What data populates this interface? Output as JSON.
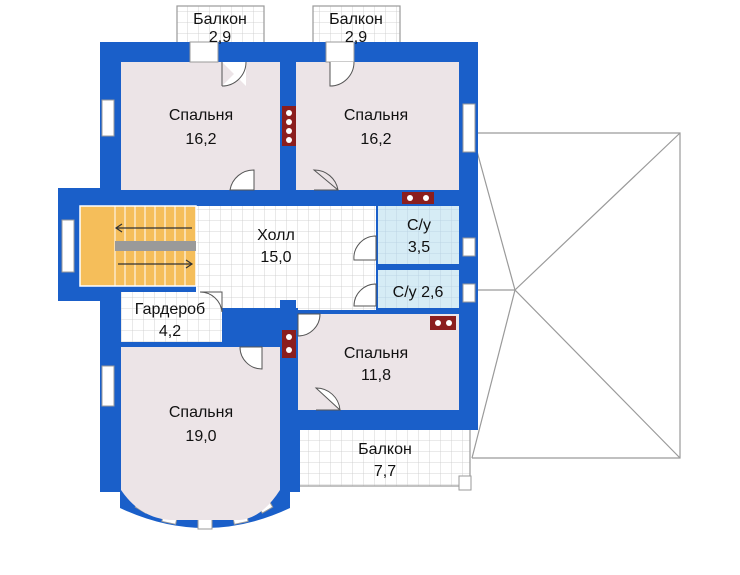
{
  "colors": {
    "wall": "#1a5fc9",
    "room": "#ece4e7",
    "tile": "#ffffff",
    "tile_line": "#c9c9c9",
    "wet": "#d6ecf5",
    "stair": "#f5be5a",
    "vent": "#8b1e1e"
  },
  "rooms": {
    "balcony_top_left": {
      "name": "Балкон",
      "area": "2,9"
    },
    "balcony_top_right": {
      "name": "Балкон",
      "area": "2,9"
    },
    "bedroom_top_left": {
      "name": "Спальня",
      "area": "16,2"
    },
    "bedroom_top_right": {
      "name": "Спальня",
      "area": "16,2"
    },
    "hall": {
      "name": "Холл",
      "area": "15,0"
    },
    "bath_upper": {
      "name": "С/у",
      "area": "3,5"
    },
    "bath_lower": {
      "label": "С/у 2,6"
    },
    "wardrobe": {
      "name": "Гардероб",
      "area": "4,2"
    },
    "bedroom_mid_right": {
      "name": "Спальня",
      "area": "11,8"
    },
    "bedroom_bottom_left": {
      "name": "Спальня",
      "area": "19,0"
    },
    "balcony_bottom": {
      "name": "Балкон",
      "area": "7,7"
    }
  }
}
